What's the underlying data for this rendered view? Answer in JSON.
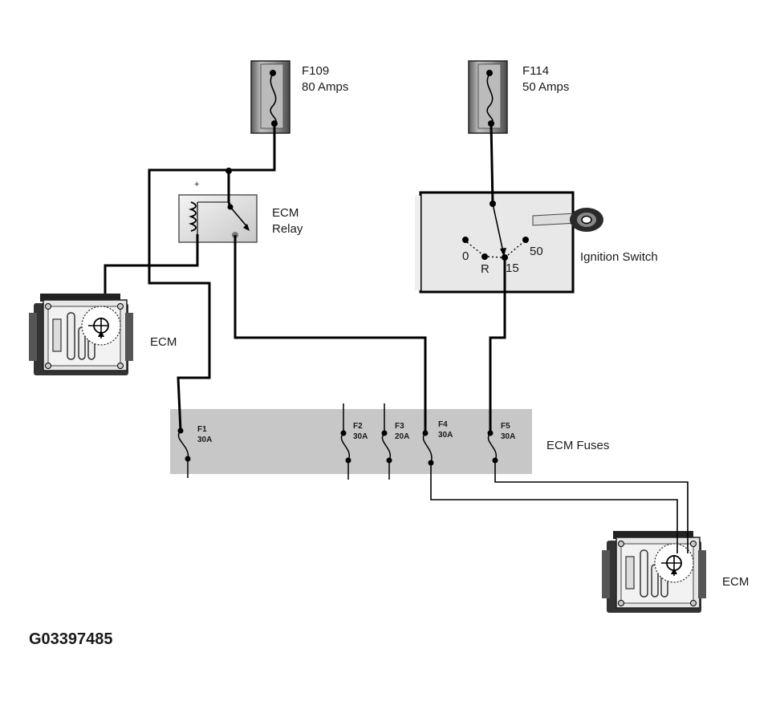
{
  "fuse_f109": {
    "name": "F109",
    "rating": "80 Amps"
  },
  "fuse_f114": {
    "name": "F114",
    "rating": "50 Amps"
  },
  "relay": {
    "line1": "ECM",
    "line2": "Relay",
    "plus": "+"
  },
  "ignition": {
    "label": "Ignition Switch",
    "positions": [
      "0",
      "R",
      "15",
      "50"
    ]
  },
  "ecm_top": {
    "label": "ECM"
  },
  "ecm_bottom": {
    "label": "ECM"
  },
  "fuse_box": {
    "label": "ECM Fuses",
    "fuses": [
      {
        "name": "F1",
        "rating": "30A"
      },
      {
        "name": "F2",
        "rating": "30A"
      },
      {
        "name": "F3",
        "rating": "20A"
      },
      {
        "name": "F4",
        "rating": "30A"
      },
      {
        "name": "F5",
        "rating": "30A"
      }
    ]
  },
  "figure_id": "G03397485"
}
